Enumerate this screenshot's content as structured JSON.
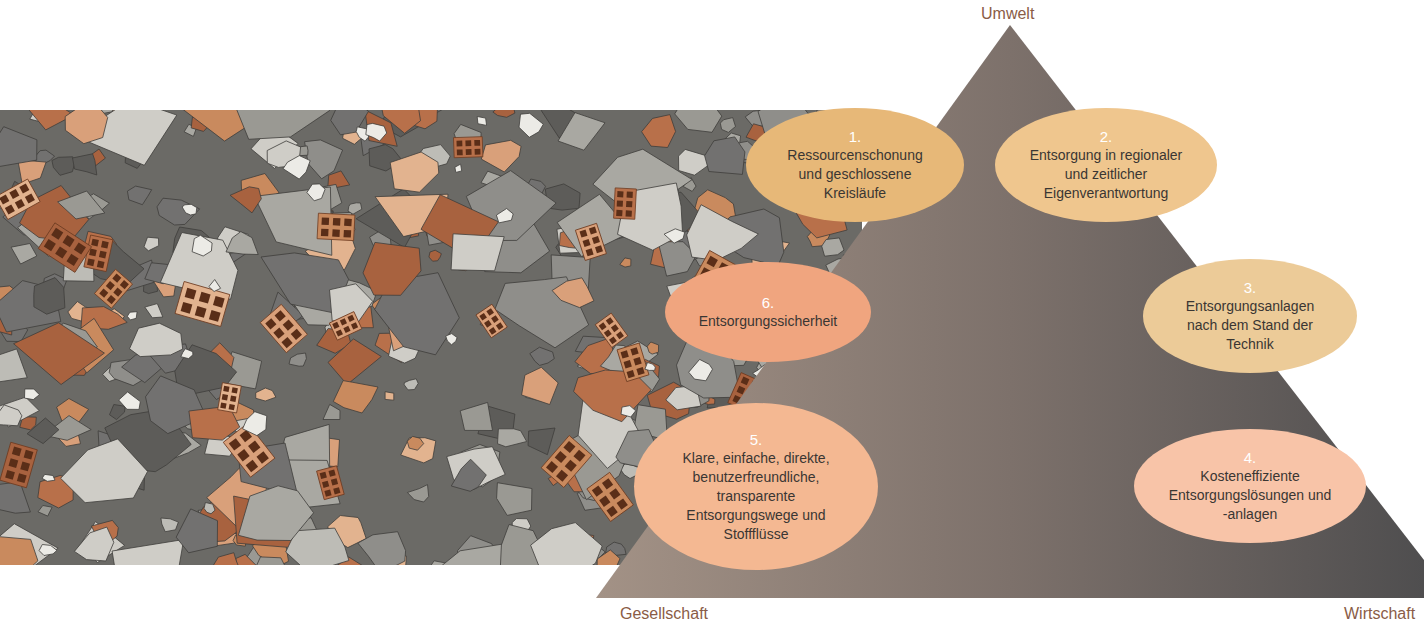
{
  "diagram": {
    "nodes": [
      {
        "text": [
          "1.",
          "Ressourcenschonung und geschlossene Kreisläufe"
        ]
      },
      {
        "text": [
          "2.",
          "Entsorgung in regionaler und zeitlicher Eigenverantwortung"
        ]
      },
      {
        "text": [
          "3.",
          "Entsorgungsanlagen nach dem Stand der Technik"
        ]
      },
      {
        "text": [
          "4.",
          "Kosteneffiziente Entsorgungslösungen und -anlagen"
        ]
      },
      {
        "text": [
          "5.",
          "Klare, einfache, direkte, benutzerfreundliche, transparente Entsorgungswege und Stoffflüsse"
        ]
      },
      {
        "text": [
          "6.",
          "Entsorgungssicherheit"
        ]
      }
    ],
    "labels": [
      "Umwelt",
      "Gesellschaft",
      "Wirtschaft"
    ]
  }
}
